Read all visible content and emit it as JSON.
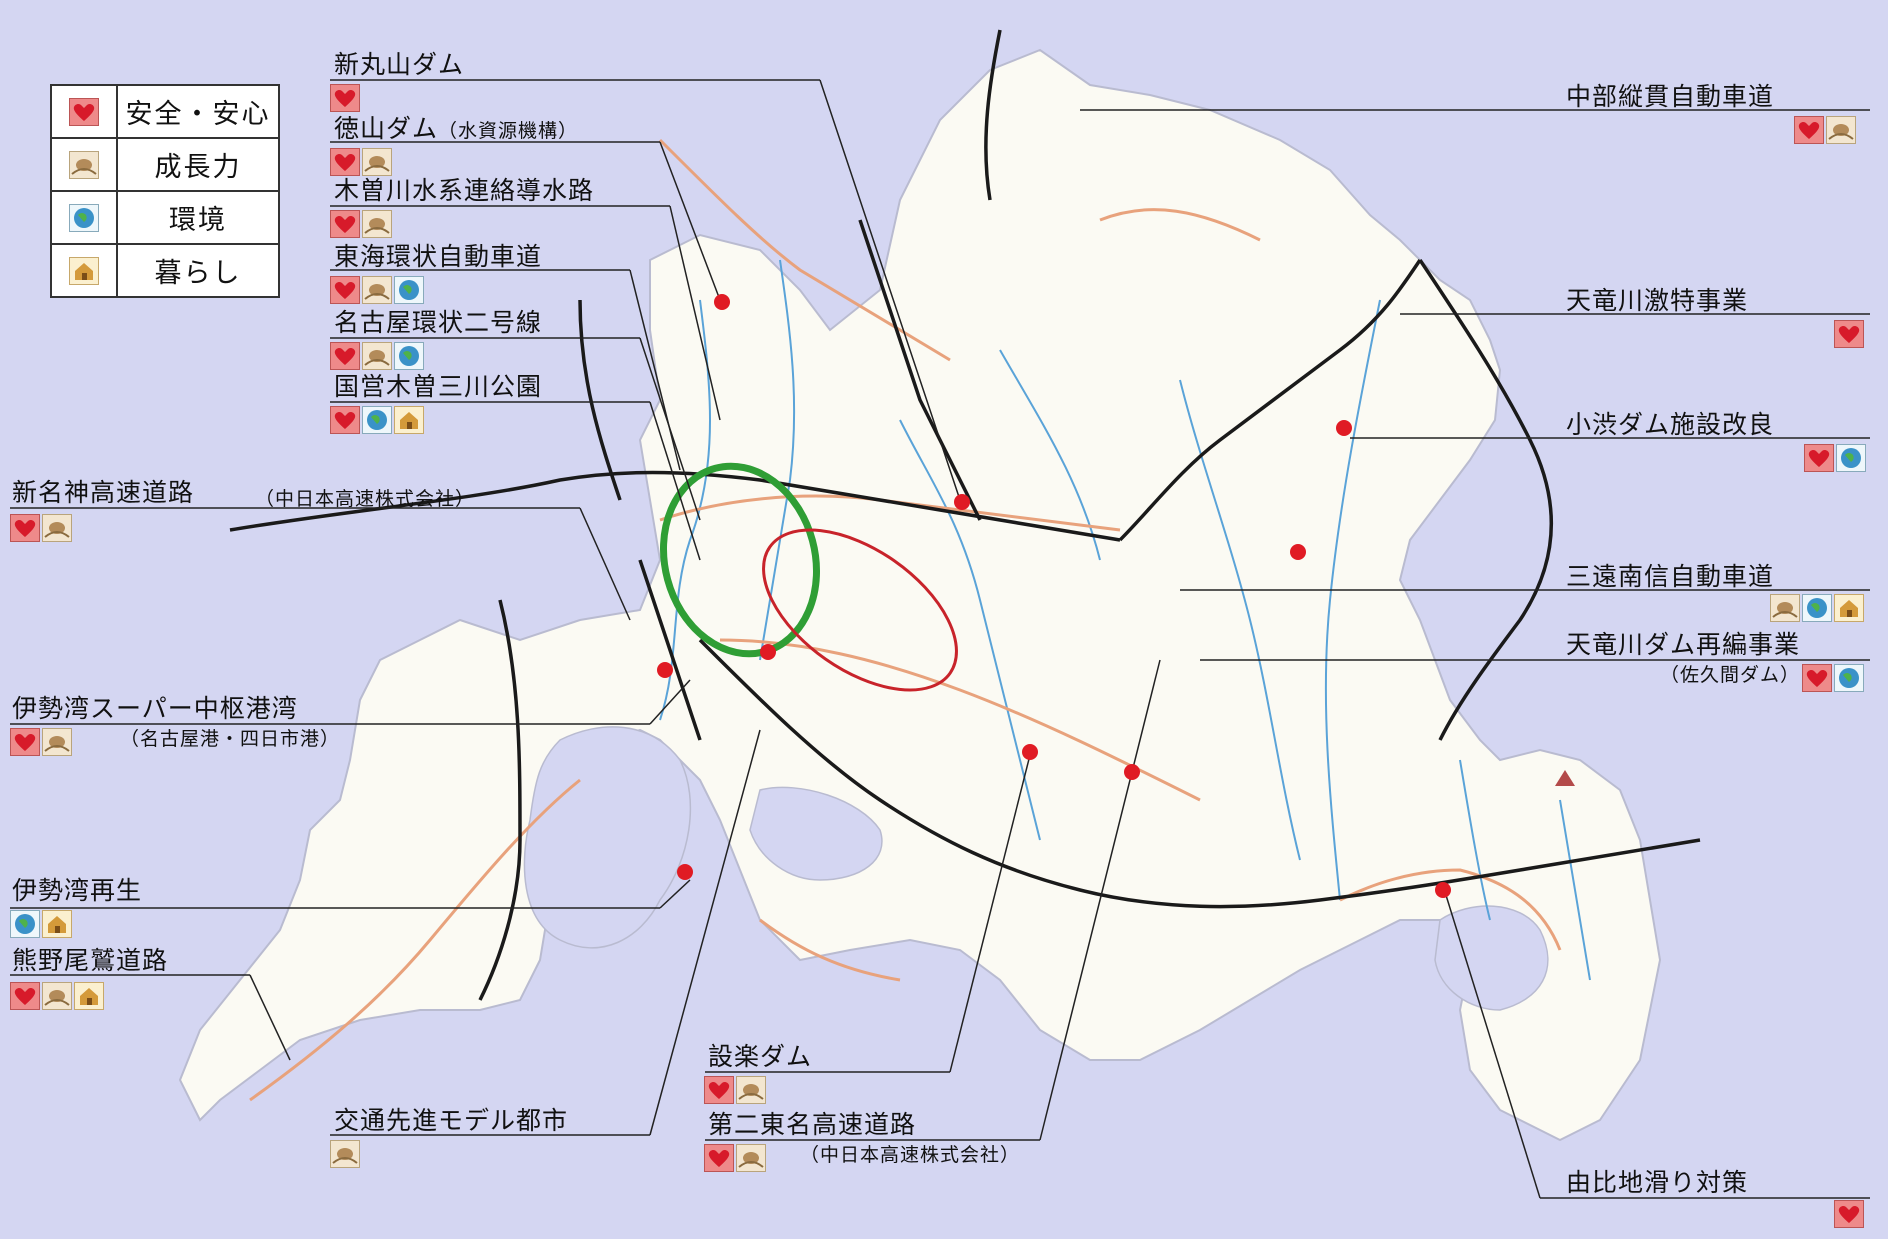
{
  "legend": [
    {
      "icon": "heart-icon",
      "label": "安全・安心"
    },
    {
      "icon": "hands-icon",
      "label": "成長力"
    },
    {
      "icon": "globe-icon",
      "label": "環境"
    },
    {
      "icon": "house-icon",
      "label": "暮らし"
    }
  ],
  "projects": [
    {
      "label": "新丸山ダム",
      "note": "",
      "badges": [
        "heart-icon"
      ]
    },
    {
      "label": "徳山ダム",
      "note": "（水資源機構）",
      "badges": [
        "heart-icon",
        "hands-icon"
      ]
    },
    {
      "label": "木曽川水系連絡導水路",
      "note": "",
      "badges": [
        "heart-icon",
        "hands-icon"
      ]
    },
    {
      "label": "東海環状自動車道",
      "note": "",
      "badges": [
        "heart-icon",
        "hands-icon",
        "globe-icon"
      ]
    },
    {
      "label": "名古屋環状二号線",
      "note": "",
      "badges": [
        "heart-icon",
        "hands-icon",
        "globe-icon"
      ]
    },
    {
      "label": "国営木曽三川公園",
      "note": "",
      "badges": [
        "heart-icon",
        "globe-icon",
        "house-icon"
      ]
    },
    {
      "label": "新名神高速道路",
      "note": "（中日本高速株式会社）",
      "badges": [
        "heart-icon",
        "hands-icon"
      ]
    },
    {
      "label": "伊勢湾スーパー中枢港湾",
      "note": "（名古屋港・四日市港）",
      "badges": [
        "heart-icon",
        "hands-icon"
      ]
    },
    {
      "label": "伊勢湾再生",
      "note": "",
      "badges": [
        "globe-icon",
        "house-icon"
      ]
    },
    {
      "label": "熊野尾鷲道路",
      "note": "",
      "badges": [
        "heart-icon",
        "hands-icon",
        "house-icon"
      ]
    },
    {
      "label": "交通先進モデル都市",
      "note": "",
      "badges": [
        "hands-icon"
      ]
    },
    {
      "label": "設楽ダム",
      "note": "",
      "badges": [
        "heart-icon",
        "hands-icon"
      ]
    },
    {
      "label": "第二東名高速道路",
      "note": "（中日本高速株式会社）",
      "badges": [
        "heart-icon",
        "hands-icon"
      ]
    },
    {
      "label": "中部縦貫自動車道",
      "note": "",
      "badges": [
        "heart-icon",
        "hands-icon"
      ]
    },
    {
      "label": "天竜川激特事業",
      "note": "",
      "badges": [
        "heart-icon"
      ]
    },
    {
      "label": "小渋ダム施設改良",
      "note": "",
      "badges": [
        "heart-icon",
        "globe-icon"
      ]
    },
    {
      "label": "三遠南信自動車道",
      "note": "",
      "badges": [
        "hands-icon",
        "globe-icon",
        "house-icon"
      ]
    },
    {
      "label": "天竜川ダム再編事業",
      "note": "（佐久間ダム）",
      "badges": [
        "heart-icon",
        "globe-icon"
      ]
    },
    {
      "label": "由比地滑り対策",
      "note": "",
      "badges": [
        "heart-icon"
      ]
    }
  ],
  "colors": {
    "sea": "#d4d6f2",
    "land": "#fbfaf3",
    "expressway": "#1a1a1a",
    "national_road": "#e8a27c",
    "river": "#5aa3d8",
    "project_point": "#e01b24",
    "ring_road_green": "#2f9e35",
    "ring_road_red": "#c8232a"
  }
}
